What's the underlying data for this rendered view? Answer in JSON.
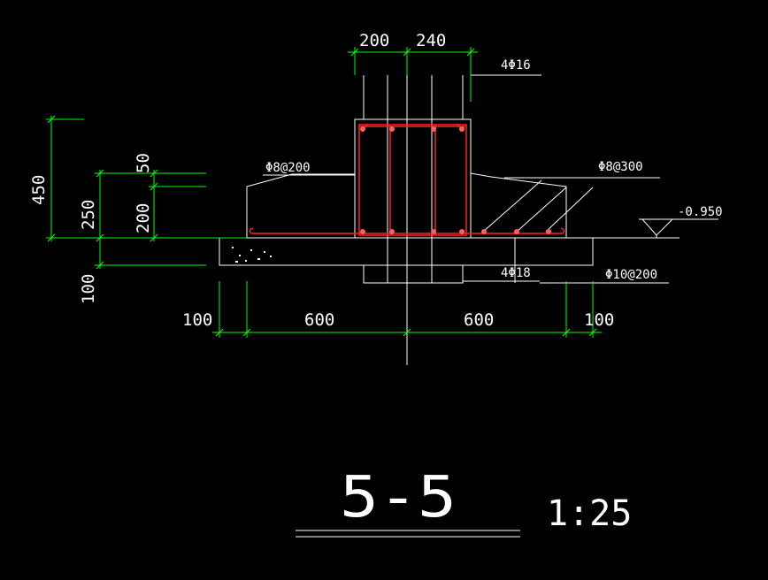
{
  "colors": {
    "background": "#000000",
    "outline": "#ffffff",
    "dimension": "#00ff00",
    "rebar": "#ff2020",
    "rebar_dot": "#ff6060"
  },
  "dimensions": {
    "top_200": "200",
    "top_240": "240",
    "left_450": "450",
    "left_50": "50",
    "left_250": "250",
    "left_200": "200",
    "left_100": "100",
    "bottom_100_left": "100",
    "bottom_600_left": "600",
    "bottom_600_right": "600",
    "bottom_100_right": "100"
  },
  "annotations": {
    "rebar_top": "4Φ16",
    "stirrup_left": "Φ8@200",
    "stirrup_right": "Φ8@300",
    "elevation": "-0.950",
    "rebar_bottom": "4Φ18",
    "base_bar": "Φ10@200"
  },
  "title": {
    "section": "5-5",
    "scale": "1:25"
  }
}
